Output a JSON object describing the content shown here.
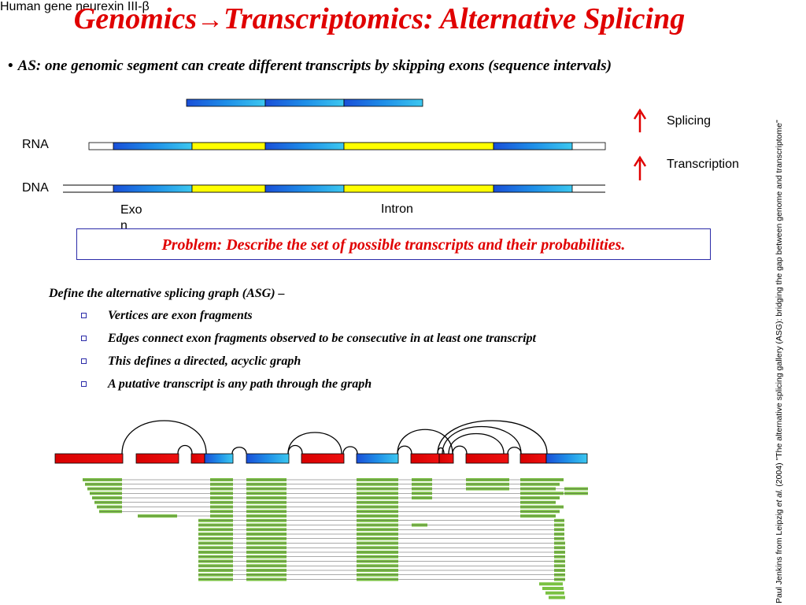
{
  "title": {
    "left": "Genomics",
    "arrow": "→",
    "right": "Transcriptomics: Alternative Splicing"
  },
  "bullet": "AS: one genomic segment can create different transcripts by skipping exons (sequence intervals)",
  "diagram": {
    "rna_label": "RNA",
    "dna_label": "DNA",
    "exon_label": "Exo\nn",
    "intron_label": "Intron",
    "splicing_label": "Splicing",
    "transcription_label": "Transcription"
  },
  "problem": "Problem: Describe the set of possible transcripts and their probabilities.",
  "definition": {
    "heading": "Define the alternative splicing graph (ASG) –",
    "items": [
      "Vertices are exon fragments",
      "Edges connect exon fragments observed to be consecutive in at least one transcript",
      "This defines a directed, acyclic graph",
      "A putative transcript is any path through the graph"
    ]
  },
  "citation": {
    "line1_pre": "Paul Jenkins from Leipzig ",
    "line1_em": "et al.",
    "line1_post": " (2004) \"The alternative splicing gallery (ASG): bridging the gap between genome and transcriptome\"",
    "line2": "Human gene neurexin III-β"
  },
  "colors": {
    "title_red": "#e00000",
    "exon_blue": "#1e90e8",
    "intron_yellow": "#ffff00",
    "asg_red": "#e00000",
    "read_green": "#7ac142",
    "box_border": "#2a2aa8"
  }
}
